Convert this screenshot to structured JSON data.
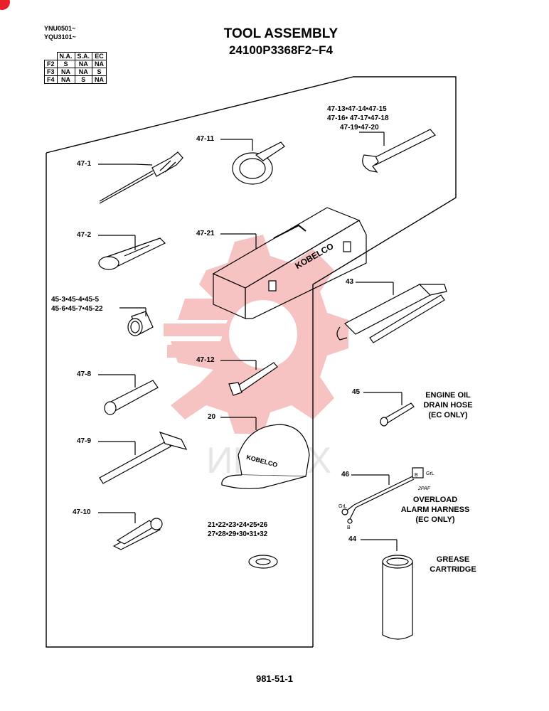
{
  "serials": [
    "YNU0501~",
    "YQU3101~"
  ],
  "title": "TOOL ASSEMBLY",
  "part_range": "24100P3368F2~F4",
  "config_table": {
    "headers": [
      "N.A.",
      "S.A.",
      "EC"
    ],
    "rows": [
      {
        "model": "F2",
        "values": [
          "S",
          "NA",
          "NA"
        ]
      },
      {
        "model": "F3",
        "values": [
          "NA",
          "NA",
          "S"
        ]
      },
      {
        "model": "F4",
        "values": [
          "NA",
          "S",
          "NA"
        ]
      }
    ]
  },
  "callouts": {
    "c47_1": "47-1",
    "c47_2": "47-2",
    "c45_a": "45-3•45-4•45-5",
    "c45_b": "45-6•45-7•45-22",
    "c47_8": "47-8",
    "c47_9": "47-9",
    "c47_10": "47-10",
    "c47_11": "47-11",
    "c47_21": "47-21",
    "c47_12": "47-12",
    "c20": "20",
    "c21_a": "21•22•23•24•25•26",
    "c21_b": "27•28•29•30•31•32",
    "c47_13_a": "47-13•47-14•47-15",
    "c47_13_b": "47-16• 47-17•47-18",
    "c47_13_c": "47-19•47-20",
    "c43": "43",
    "c45": "45",
    "c46": "46",
    "c44": "44"
  },
  "notes": {
    "drain_hose": [
      "ENGINE OIL",
      "DRAIN HOSE",
      "(EC ONLY)"
    ],
    "overload": [
      "OVERLOAD",
      "ALARM HARNESS",
      "(EC ONLY)"
    ],
    "grease": [
      "GREASE",
      "CARTRIDGE"
    ]
  },
  "part_marks": {
    "brand": "KOBELCO",
    "wire_grl_1": "GrL",
    "wire_b_1": "B",
    "wire_code": "2PAF",
    "wire_grl_2": "GrL",
    "wire_b_2": "B"
  },
  "watermark": "ИНТЕХ",
  "page_number": "981-51-1",
  "colors": {
    "watermark": "#f5b8b8",
    "ink": "#000000",
    "corner": "#e8202a"
  }
}
